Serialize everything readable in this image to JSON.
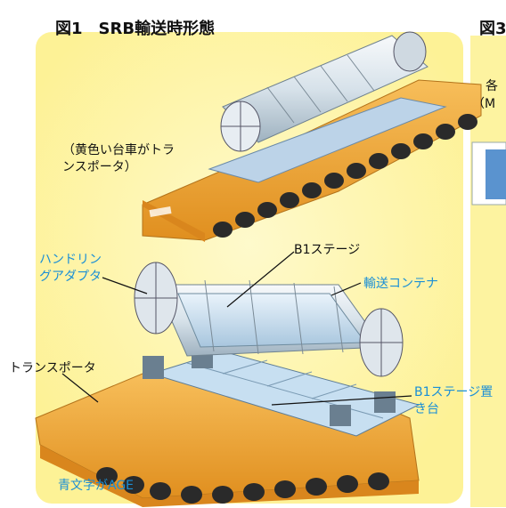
{
  "figure1": {
    "title": "図1　SRB輸送時形態",
    "note": "（黄色い台車がトランスポータ）"
  },
  "figure3": {
    "title_fragment": "図3",
    "text_fragment_1": "各",
    "text_fragment_2": "（M"
  },
  "labels": {
    "handling_adapter": "ハンドリングアダプタ",
    "b1_stage": "B1ステージ",
    "transport_container": "輸送コンテナ",
    "transporter": "トランスポータ",
    "b1_stage_stand": "B1ステージ置き台",
    "legend_blue_age": "青文字がAGE"
  },
  "colors": {
    "highlight": "#fdf4a8",
    "transporter": "#f2a53a",
    "age_text": "#1a8fd6"
  }
}
